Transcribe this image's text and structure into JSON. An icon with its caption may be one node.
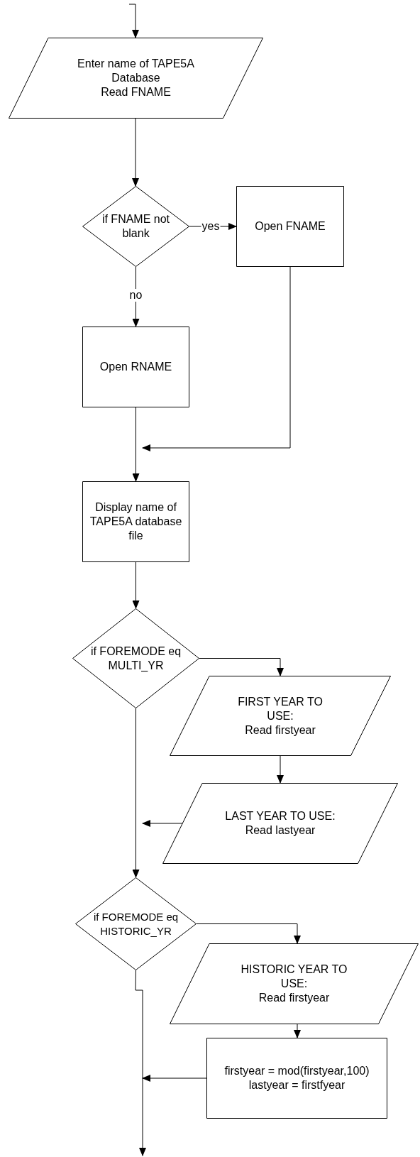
{
  "diagram": {
    "nodes": [
      {
        "text": [
          "Enter name of TAPE5A Database",
          "Read FNAME"
        ]
      },
      {
        "text": [
          "if FNAME not blank"
        ]
      },
      {
        "text": [
          "Open FNAME"
        ]
      },
      {
        "text": [
          "Open RNAME"
        ]
      },
      {
        "text": [
          "Display name of TAPE5A database file"
        ]
      },
      {
        "text": [
          "if FOREMODE eq MULTI_YR"
        ]
      },
      {
        "text": [
          "FIRST YEAR TO USE:",
          "Read firstyear"
        ]
      },
      {
        "text": [
          "LAST YEAR TO USE:",
          "Read lastyear"
        ]
      },
      {
        "text": [
          "if FOREMODE eq HISTORIC_YR"
        ]
      },
      {
        "text": [
          "HISTORIC YEAR TO USE:",
          "Read firstyear"
        ]
      },
      {
        "text": [
          "firstyear = mod(firstyear,100)",
          "lastyear = firstfyear"
        ]
      }
    ],
    "edges": [
      {
        "from": null,
        "to": 0,
        "arrow": "to"
      },
      {
        "from": 0,
        "to": 1,
        "arrow": "to"
      },
      {
        "from": 1,
        "to": 2,
        "arrow": "to",
        "label": "yes"
      },
      {
        "from": 1,
        "to": 3,
        "arrow": "to",
        "label": "no"
      },
      {
        "from": 2,
        "to": null,
        "arrow": "to"
      },
      {
        "from": 3,
        "to": 4,
        "arrow": "to"
      },
      {
        "from": 4,
        "to": 5,
        "arrow": "to"
      },
      {
        "from": 5,
        "to": 6,
        "arrow": "to"
      },
      {
        "from": 6,
        "to": 7,
        "arrow": "to"
      },
      {
        "from": 7,
        "to": null,
        "arrow": "to"
      },
      {
        "from": 5,
        "to": 8,
        "arrow": "to"
      },
      {
        "from": 8,
        "to": 9,
        "arrow": "to"
      },
      {
        "from": 9,
        "to": 10,
        "arrow": "to"
      },
      {
        "from": 10,
        "to": null,
        "arrow": "to"
      },
      {
        "from": 8,
        "to": null,
        "arrow": "to"
      }
    ]
  }
}
